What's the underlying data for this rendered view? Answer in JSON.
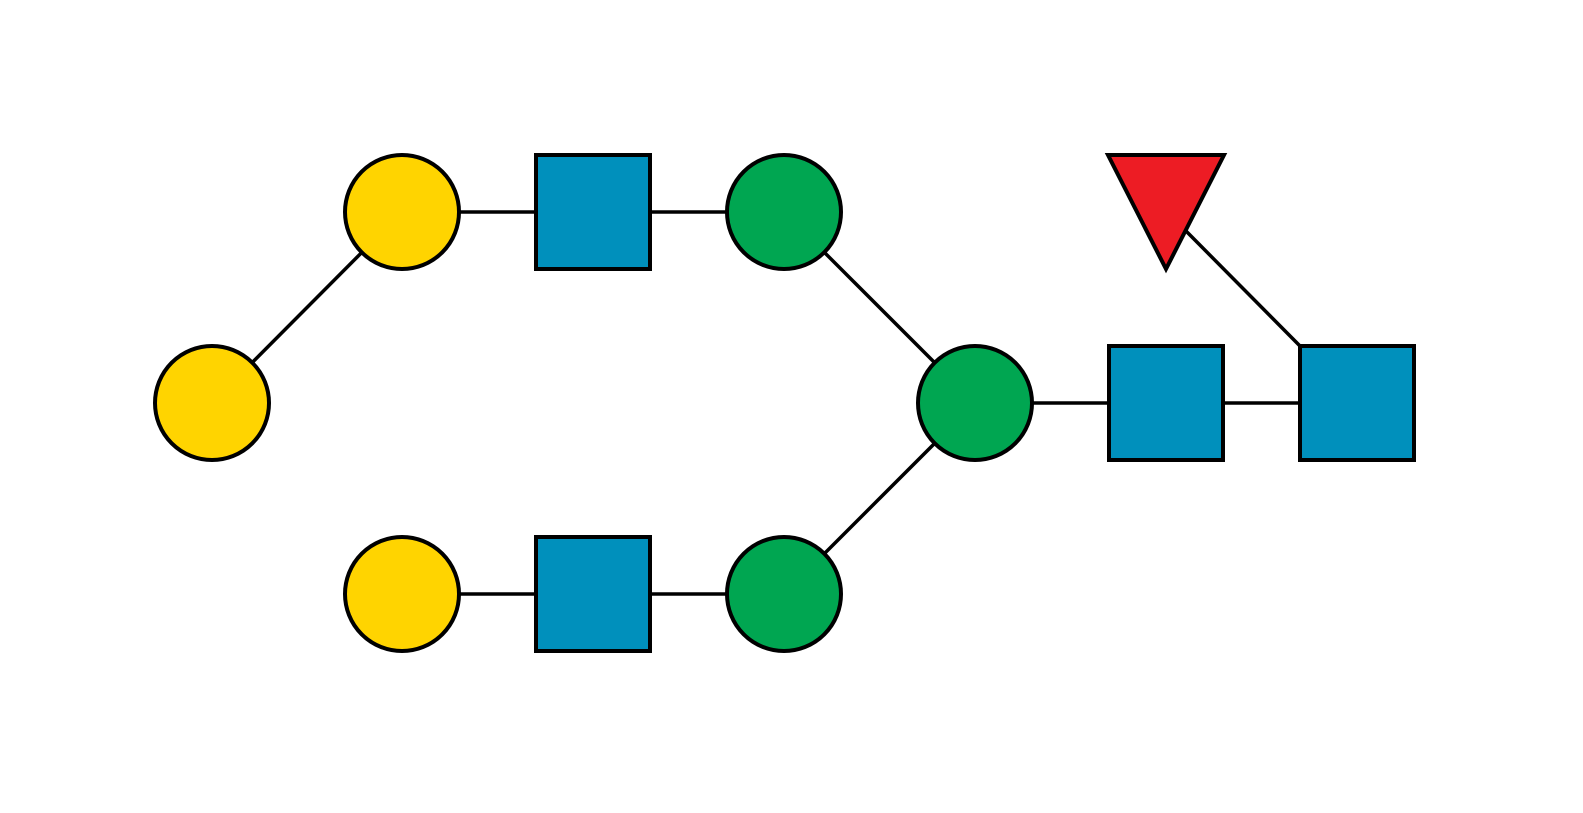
{
  "diagram": {
    "colors": {
      "galactose": "#FFD400",
      "glcnac": "#0090BC",
      "mannose": "#00A651",
      "fucose": "#ED1C24",
      "outline": "#000000",
      "background": "#FFFFFF"
    },
    "residues": [
      {
        "id": "gal-outer",
        "kind": "galactose",
        "shape": "circle"
      },
      {
        "id": "gal-upper",
        "kind": "galactose",
        "shape": "circle"
      },
      {
        "id": "glcnac-upper",
        "kind": "glcnac",
        "shape": "square"
      },
      {
        "id": "man-upper",
        "kind": "mannose",
        "shape": "circle"
      },
      {
        "id": "gal-lower",
        "kind": "galactose",
        "shape": "circle"
      },
      {
        "id": "glcnac-lower",
        "kind": "glcnac",
        "shape": "square"
      },
      {
        "id": "man-lower",
        "kind": "mannose",
        "shape": "circle"
      },
      {
        "id": "man-core",
        "kind": "mannose",
        "shape": "circle"
      },
      {
        "id": "glcnac-core-inner",
        "kind": "glcnac",
        "shape": "square"
      },
      {
        "id": "glcnac-core-reducing",
        "kind": "glcnac",
        "shape": "square"
      },
      {
        "id": "fuc",
        "kind": "fucose",
        "shape": "triangle"
      }
    ],
    "links": [
      [
        "gal-outer",
        "gal-upper"
      ],
      [
        "gal-upper",
        "glcnac-upper"
      ],
      [
        "glcnac-upper",
        "man-upper"
      ],
      [
        "man-upper",
        "man-core"
      ],
      [
        "gal-lower",
        "glcnac-lower"
      ],
      [
        "glcnac-lower",
        "man-lower"
      ],
      [
        "man-lower",
        "man-core"
      ],
      [
        "man-core",
        "glcnac-core-inner"
      ],
      [
        "glcnac-core-inner",
        "glcnac-core-reducing"
      ],
      [
        "fuc",
        "glcnac-core-reducing"
      ]
    ]
  }
}
